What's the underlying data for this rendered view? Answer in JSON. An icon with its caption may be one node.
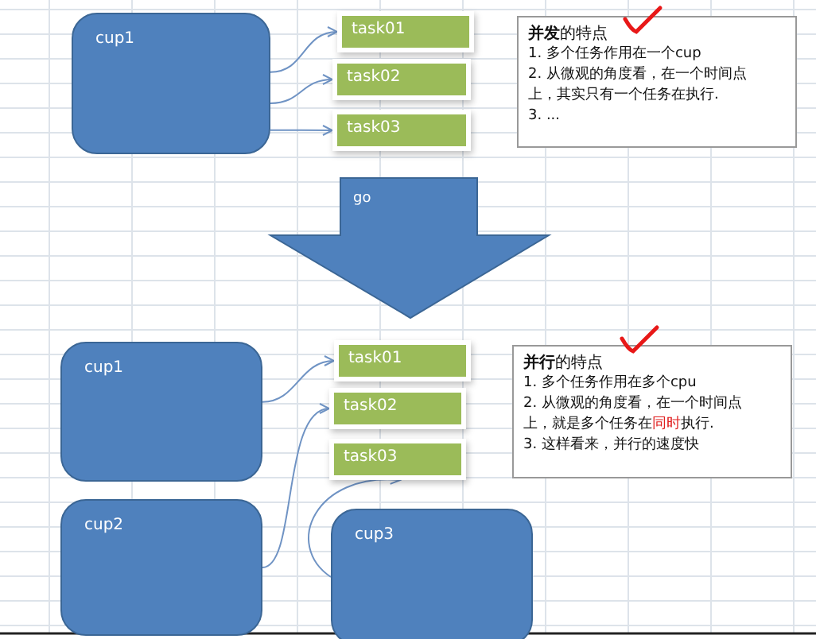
{
  "diagram": {
    "nodes": [
      {
        "text": [
          "cup1"
        ]
      },
      {
        "text": [
          "task01"
        ]
      },
      {
        "text": [
          "task02"
        ]
      },
      {
        "text": [
          "task03"
        ]
      },
      {
        "text": [
          "**并发**的特点",
          "1. 多个任务作用在一个cup",
          "2. 从微观的角度看，在一个时间点上，其实只有一个任务在执行.",
          "3. ..."
        ]
      },
      {
        "text": [
          "go"
        ]
      },
      {
        "text": [
          "cup1"
        ]
      },
      {
        "text": [
          "task01"
        ]
      },
      {
        "text": [
          "task02"
        ]
      },
      {
        "text": [
          "task03"
        ]
      },
      {
        "text": [
          "**并行**的特点",
          "1. 多个任务作用在多个cpu",
          "2. 从微观的角度看，在一个时间点上，就是多个任务在**同时**执行.",
          "3. 这样看来，并行的速度快"
        ]
      },
      {
        "text": [
          "cup2"
        ]
      },
      {
        "text": [
          "cup3"
        ]
      }
    ],
    "edges": [
      {
        "from": 0,
        "to": 1,
        "arrow": "to"
      },
      {
        "from": 0,
        "to": 2,
        "arrow": "to"
      },
      {
        "from": 0,
        "to": 3,
        "arrow": "to"
      },
      {
        "from": 6,
        "to": 7,
        "arrow": "to"
      },
      {
        "from": 11,
        "to": 8,
        "arrow": "to"
      },
      {
        "from": 12,
        "to": 9,
        "arrow": "to"
      }
    ]
  }
}
